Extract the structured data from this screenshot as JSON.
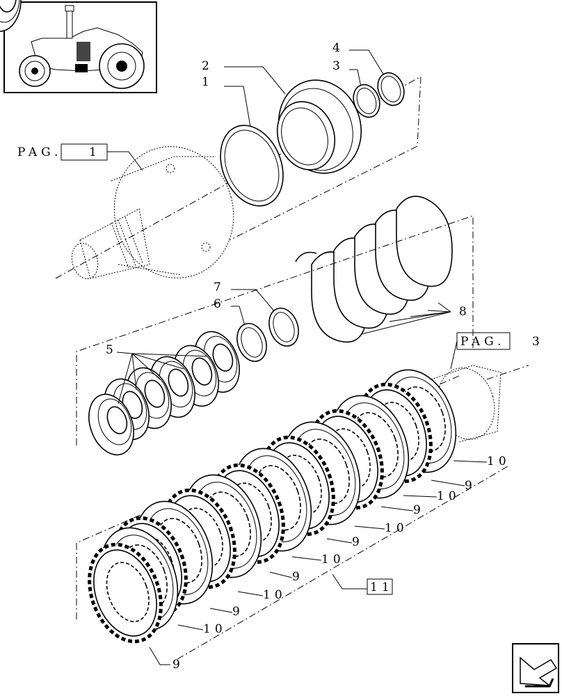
{
  "diagram": {
    "labels": {
      "l1": "1",
      "l2": "2",
      "l3": "3",
      "l4": "4",
      "l5": "5",
      "l6": "6",
      "l7": "7",
      "l8": "8",
      "pag1_prefix": "PAG.",
      "pag1_num": "1",
      "pag3_prefix": "PAG.",
      "pag3_num": "3",
      "l11": "11",
      "nine": "9",
      "ten": "10"
    },
    "icons": {
      "thumbnail": "tractor-thumbnail-icon",
      "nav": "next-page-arrow-icon"
    }
  }
}
